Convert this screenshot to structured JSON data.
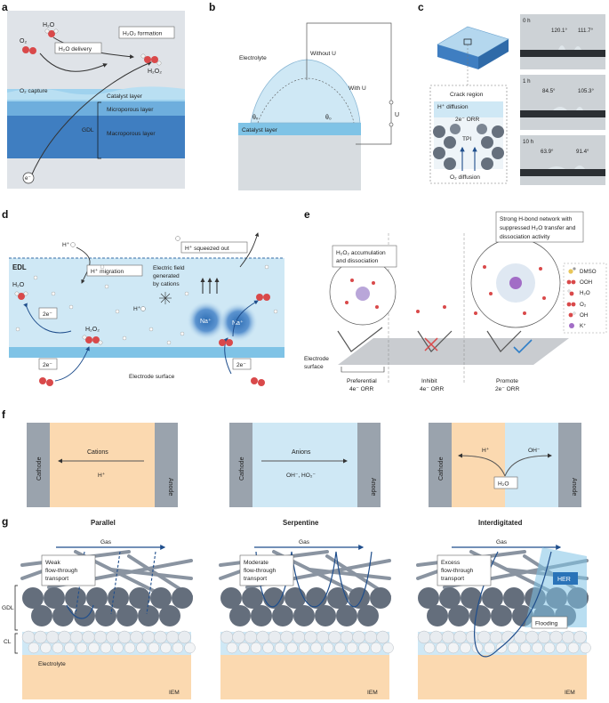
{
  "panels": {
    "a": {
      "label": "a",
      "h2o": "H₂O",
      "o2": "O₂",
      "h2o_delivery": "H₂O delivery",
      "h2o2_formation": "H₂O₂ formation",
      "h2o2": "H₂O₂",
      "o2_capture": "O₂ capture",
      "catalyst_layer": "Catalyst layer",
      "microporous_layer": "Microporous layer",
      "gdl": "GDL",
      "macroporous_layer": "Macroporous layer",
      "electron": "e⁻"
    },
    "b": {
      "label": "b",
      "electrolyte": "Electrolyte",
      "without_u": "Without U",
      "with_u": "With U",
      "u": "U",
      "theta_v": "θᵥ",
      "theta_0": "θ₀",
      "catalyst_layer": "Catalyst layer"
    },
    "c": {
      "label": "c",
      "crack_region": "Crack region",
      "h_diffusion": "H⁺ diffusion",
      "orr": "2e⁻ ORR",
      "tpi": "TPI",
      "o2_diffusion": "O₂ diffusion",
      "photos": [
        {
          "time": "0 h",
          "left": "120.1°",
          "right": "111.7°"
        },
        {
          "time": "1 h",
          "left": "84.5°",
          "right": "105.3°"
        },
        {
          "time": "10 h",
          "left": "63.9°",
          "right": "91.4°"
        }
      ]
    },
    "d": {
      "label": "d",
      "h_plus": "H⁺",
      "edl": "EDL",
      "h_migration": "H⁺ migration",
      "field_line1": "Electric field",
      "field_line2": "generated",
      "field_line3": "by cations",
      "h_squeezed": "H⁺ squeezed out",
      "h2o": "H₂O",
      "two_e": "2e⁻",
      "h2o2": "H₂O₂",
      "na": "Na⁺",
      "electrode_surface": "Electrode surface"
    },
    "e": {
      "label": "e",
      "strong_line1": "Strong H-bond network with",
      "strong_line2": "suppressed H₂O transfer and",
      "strong_line3": "dissociation activity",
      "accum_line1": "H₂O₂ accumulation",
      "accum_line2": "and dissociation",
      "electrode_line1": "Electrode",
      "electrode_line2": "surface",
      "preferential_line1": "Preferential",
      "preferential_line2": "4e⁻ ORR",
      "inhibit_line1": "Inhibit",
      "inhibit_line2": "4e⁻ ORR",
      "promote_line1": "Promote",
      "promote_line2": "2e⁻ ORR",
      "legend": [
        "DMSO",
        "OOH",
        "H₂O",
        "O₂",
        "OH",
        "K⁺"
      ]
    },
    "f": {
      "label": "f",
      "cathode": "Cathode",
      "anode": "Anode",
      "cations": "Cations",
      "h_plus": "H⁺",
      "anions": "Anions",
      "anion_species": "OH⁻, HO₂⁻",
      "oh_minus": "OH⁻",
      "h2o": "H₂O"
    },
    "g": {
      "label": "g",
      "gas": "Gas",
      "gdl": "GDL",
      "cl": "CL",
      "electrolyte": "Electrolyte",
      "iem": "IEM",
      "her": "HER",
      "flooding": "Flooding",
      "columns": [
        {
          "title": "Parallel",
          "line1": "Weak",
          "line2": "flow-through",
          "line3": "transport"
        },
        {
          "title": "Serpentine",
          "line1": "Moderate",
          "line2": "flow-through",
          "line3": "transport"
        },
        {
          "title": "Interdigitated",
          "line1": "Excess",
          "line2": "flow-through",
          "line3": "transport"
        }
      ]
    }
  },
  "colors": {
    "water": "#cfe8f5",
    "catalyst": "#7fc3e6",
    "gdl": "#4f8fc8",
    "orange": "#fbd9b0",
    "electrode": "#9aa3ad",
    "navy": "#1f4e8c",
    "oxygen": "#d9494a"
  }
}
